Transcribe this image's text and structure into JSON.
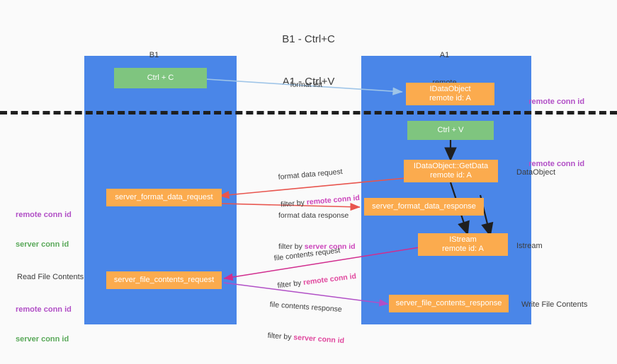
{
  "title": {
    "line1": "B1 - Ctrl+C",
    "line2": "A1 - Ctrl+V"
  },
  "columns": [
    {
      "id": "b1",
      "name": "B1",
      "role": "connection"
    },
    {
      "id": "a1",
      "name": "A1",
      "role": "remote"
    }
  ],
  "colors": {
    "lane": "#4a86e8",
    "green_box": "#7fc57f",
    "orange_box": "#fbab4e",
    "divider": "#1f1f1f",
    "purple_text": "#b14fc6",
    "green_text": "#5aa95a",
    "arrow_blue": "#9fc5e8",
    "arrow_red": "#e8554e",
    "arrow_magenta": "#d12d8e",
    "arrow_violet": "#b14fc6",
    "arrow_black": "#1f1f1f",
    "page_bg": "#fafafa"
  },
  "nodes": {
    "ctrl_c": {
      "label": "Ctrl + C",
      "lane": "b1",
      "style": "green"
    },
    "idataobject": {
      "line1": "IDataObject",
      "line2": "remote id: A",
      "lane": "a1",
      "style": "orange"
    },
    "ctrl_v": {
      "label": "Ctrl + V",
      "lane": "a1",
      "style": "green"
    },
    "getdata": {
      "line1": "IDataObject::GetData",
      "line2": "remote id: A",
      "lane": "a1",
      "style": "orange"
    },
    "server_format_data_request": {
      "label": "server_format_data_request",
      "lane": "b1",
      "style": "orange"
    },
    "server_format_data_response": {
      "label": "server_format_data_response",
      "lane": "a1",
      "style": "orange"
    },
    "istream": {
      "line1": "IStream",
      "line2": "remote id: A",
      "lane": "a1",
      "style": "orange"
    },
    "server_file_contents_request": {
      "label": "server_file_contents_request",
      "lane": "b1",
      "style": "orange"
    },
    "server_file_contents_response": {
      "label": "server_file_contents_response",
      "lane": "a1",
      "style": "orange"
    }
  },
  "edge_labels": {
    "format_list": {
      "text": "format list"
    },
    "format_data_request": {
      "line1": "format data request",
      "filter_prefix": "filter by ",
      "filter_key": "remote conn id"
    },
    "format_data_response": {
      "line1": "format data response",
      "filter_prefix": "filter by ",
      "filter_key": "server conn id"
    },
    "file_contents_request": {
      "line1": "file contents request",
      "filter_prefix": "filter by ",
      "filter_key": "remote conn id"
    },
    "file_contents_response": {
      "line1": "file contents response",
      "filter_prefix": "filter by ",
      "filter_key": "server conn id"
    }
  },
  "right_notes": {
    "remote_conn_id_top": "remote conn id",
    "remote_conn_id_mid": "remote conn id",
    "dataobject": "DataObject",
    "istream": "Istream",
    "write_file_contents": "Write File Contents"
  },
  "left_notes": {
    "mid_remote": "remote conn id",
    "mid_server": "server conn id",
    "read_file_contents": "Read File Contents",
    "low_remote": "remote conn id",
    "low_server": "server conn id"
  }
}
